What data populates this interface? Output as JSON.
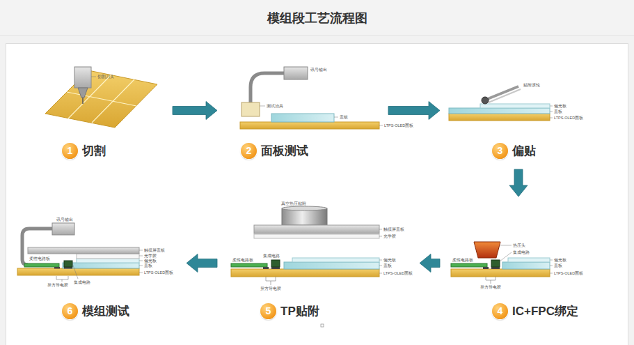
{
  "diagram": {
    "title": "模组段工艺流程图",
    "nodes": [
      {
        "text": [
          "1",
          "切割"
        ]
      },
      {
        "text": [
          "2",
          "面板测试"
        ]
      },
      {
        "text": [
          "3",
          "偏贴"
        ]
      },
      {
        "text": [
          "4",
          "IC+FPC绑定"
        ]
      },
      {
        "text": [
          "5",
          "TP贴附"
        ]
      },
      {
        "text": [
          "6",
          "模组测试"
        ]
      }
    ],
    "edges": [
      {
        "from": 0,
        "to": 1,
        "arrow": "to"
      },
      {
        "from": 1,
        "to": 2,
        "arrow": "to"
      },
      {
        "from": 2,
        "to": 3,
        "arrow": "to"
      },
      {
        "from": 3,
        "to": 4,
        "arrow": "to"
      },
      {
        "from": 4,
        "to": 5,
        "arrow": "to"
      }
    ],
    "labels": [
      "切割刀头",
      "讯号输出",
      "测试治具",
      "盖板",
      "LTPS-OLED面板",
      "贴附滚轮",
      "偏光板",
      "盖板",
      "LTPS-OLED面板",
      "热压头",
      "集成电路",
      "柔性电路板",
      "偏光板",
      "盖板",
      "LTPS-OLED面板",
      "异方导电胶",
      "真空热压贴附",
      "触摸屏盖板",
      "光学胶",
      "柔性电路板",
      "集成电路",
      "偏光板",
      "盖板",
      "LTPS-OLED面板",
      "异方导电胶",
      "讯号输出",
      "柔性电路板",
      "集成电路",
      "触摸屏盖板",
      "光学胶",
      "偏光板",
      "盖板",
      "LTPS-OLED面板",
      "异方导电胶"
    ]
  }
}
